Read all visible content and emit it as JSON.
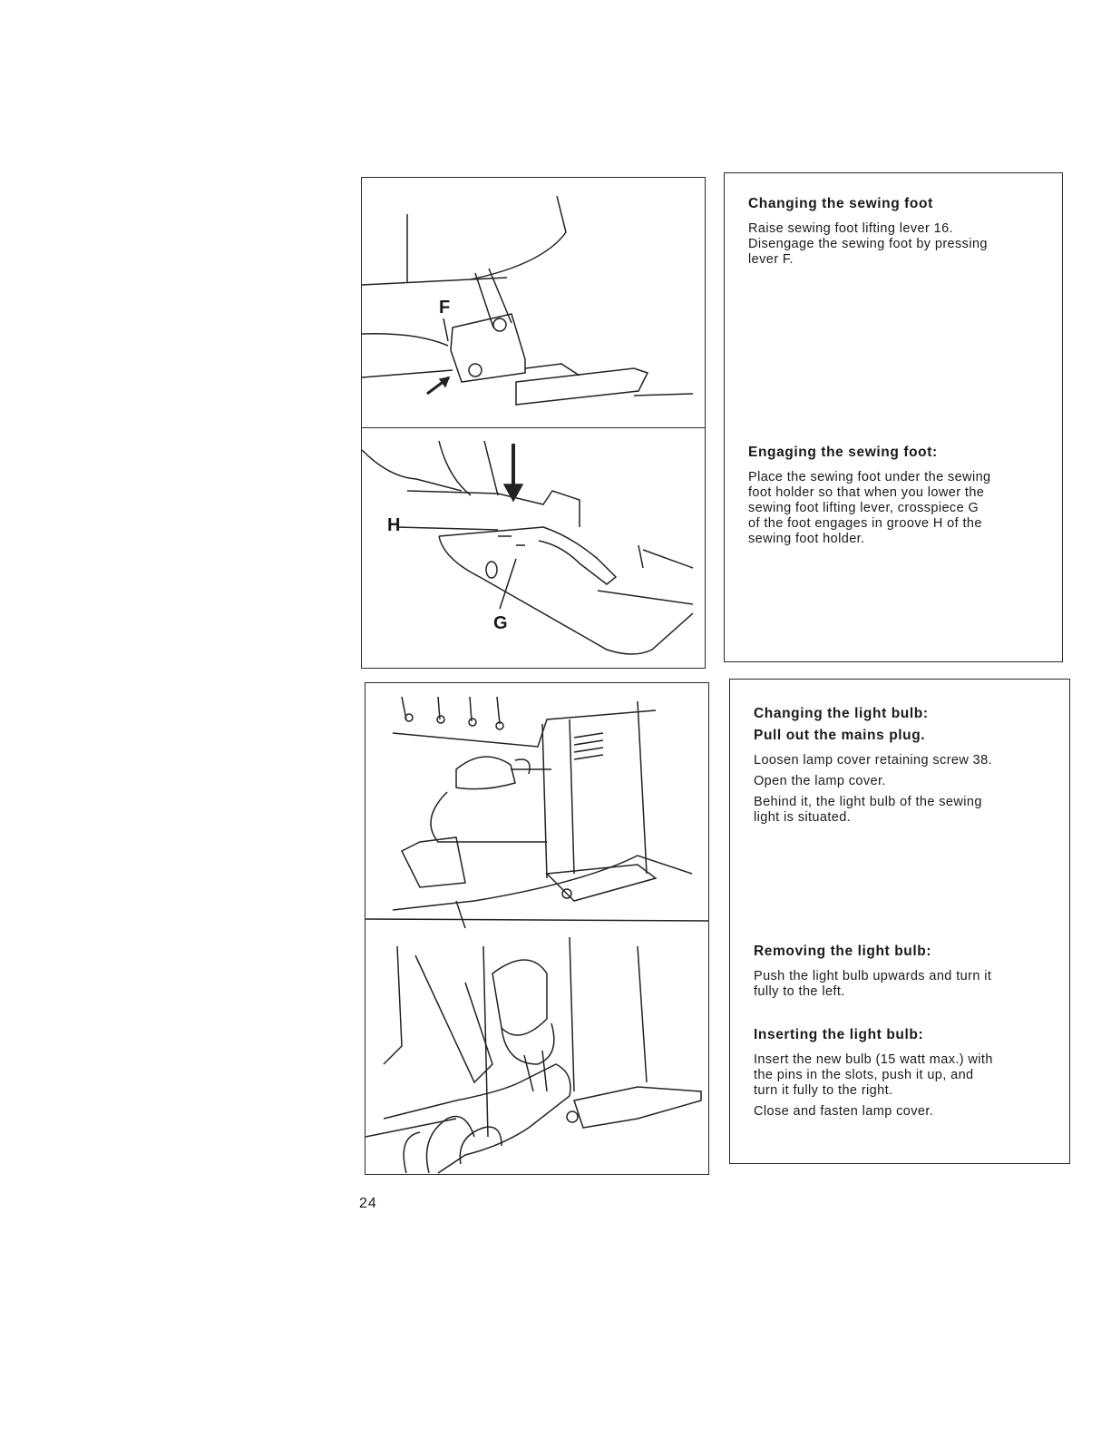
{
  "panels": {
    "sewing_foot": {
      "changing": {
        "heading": "Changing the sewing foot",
        "lines": [
          "Raise sewing foot lifting lever 16.",
          "Disengage the sewing foot by pressing",
          "lever F."
        ]
      },
      "engaging": {
        "heading": "Engaging the sewing foot:",
        "lines": [
          "Place the sewing foot under the sewing",
          "foot holder so that when you lower the",
          "sewing foot lifting lever, crosspiece G",
          "of the foot engages in groove H of the",
          "sewing foot holder."
        ]
      }
    },
    "light_bulb": {
      "changing": {
        "heading": "Changing the light bulb:",
        "subheading": "Pull out the mains plug.",
        "lines": [
          "Loosen lamp cover retaining screw 38.",
          "Open the lamp cover.",
          "Behind it, the light bulb of the sewing",
          "light is situated."
        ]
      },
      "removing": {
        "heading": "Removing the light bulb:",
        "lines": [
          "Push the light bulb upwards and turn it",
          "fully to the left."
        ]
      },
      "inserting": {
        "heading": "Inserting the light bulb:",
        "lines": [
          "Insert the new bulb (15 watt max.) with",
          "the pins in the slots, push it up, and",
          "turn it fully to the right.",
          "Close and fasten lamp cover."
        ]
      }
    }
  },
  "callouts": {
    "f": "F",
    "h": "H",
    "g": "G"
  },
  "page_number": "24"
}
